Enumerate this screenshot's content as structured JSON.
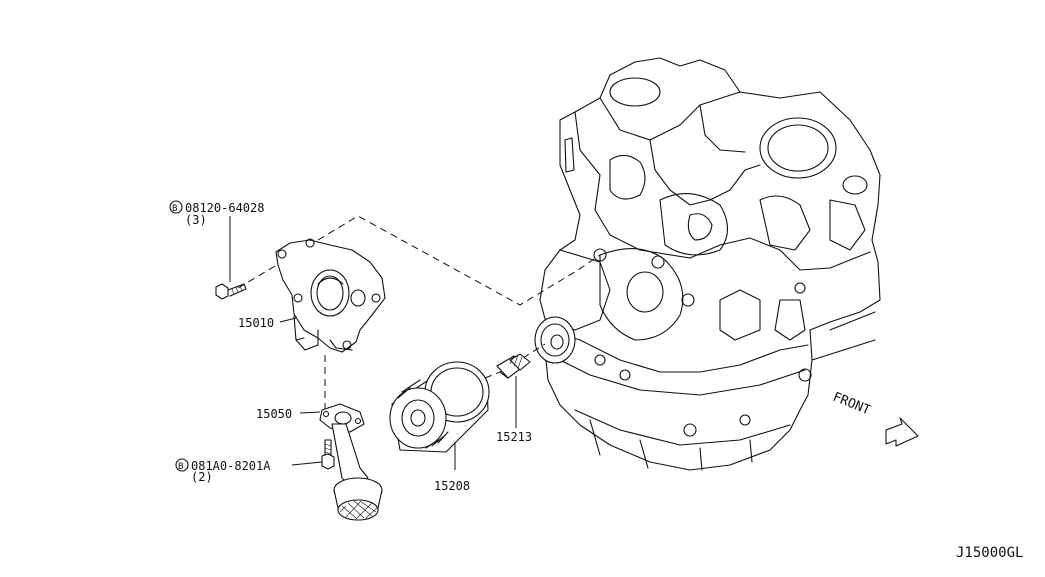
{
  "labels": {
    "bolt_pump_partno": "08120-64028",
    "bolt_pump_qty": "(3)",
    "bolt_pump_prefix": "B",
    "oil_pump": "15010",
    "gasket": "15050",
    "bolt_strainer_partno": "081A0-8201A",
    "bolt_strainer_qty": "(2)",
    "bolt_strainer_prefix": "B",
    "oil_filter": "15208",
    "connector": "15213",
    "front": "FRONT",
    "diagram_code": "J15000GL"
  }
}
